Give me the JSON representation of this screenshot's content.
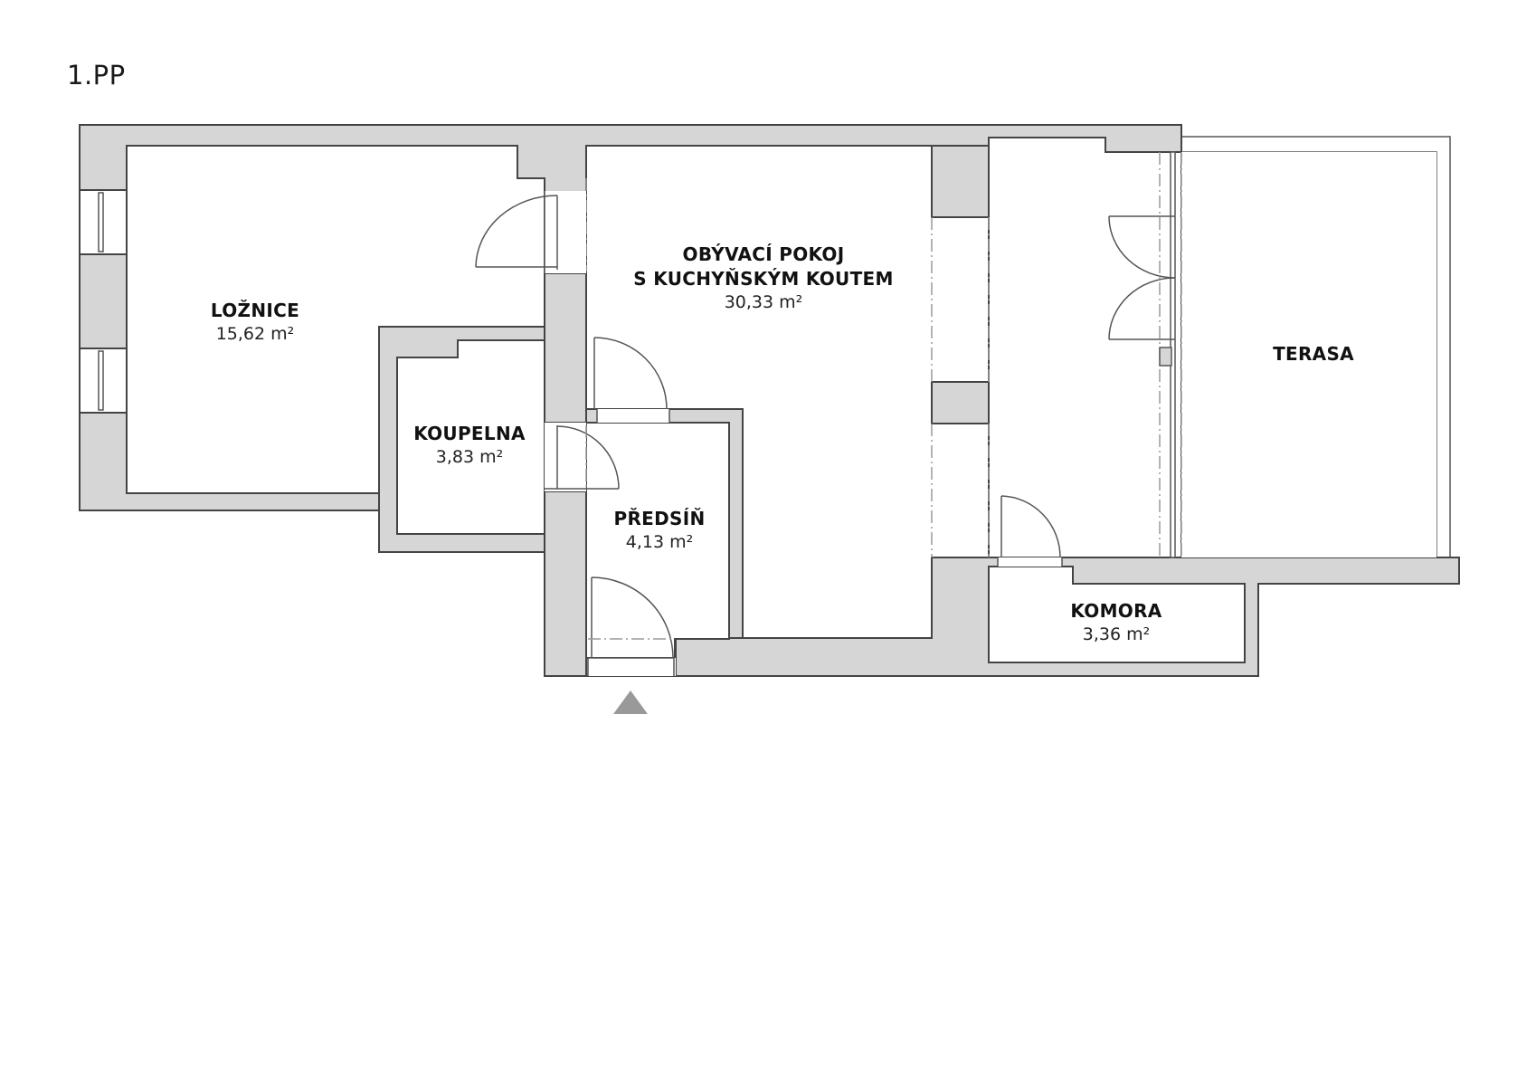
{
  "floor": {
    "label": "1.PP"
  },
  "rooms": [
    {
      "id": "loznice",
      "name": "LOŽNICE",
      "area": "15,62 m²"
    },
    {
      "id": "obyvaci",
      "name_line1": "OBÝVACÍ POKOJ",
      "name_line2": "S KUCHYŇSKÝM KOUTEM",
      "area": "30,33 m²"
    },
    {
      "id": "koupelna",
      "name": "KOUPELNA",
      "area": "3,83 m²"
    },
    {
      "id": "predsin",
      "name": "PŘEDSÍŇ",
      "area": "4,13 m²"
    },
    {
      "id": "komora",
      "name": "KOMORA",
      "area": "3,36 m²"
    },
    {
      "id": "terasa",
      "name": "TERASA"
    }
  ],
  "entrance": {
    "icon": "entrance-arrow-icon"
  },
  "colors": {
    "wall_fill": "#d6d6d6",
    "wall_stroke": "#444444",
    "entrance_arrow": "#999999",
    "background": "#ffffff"
  }
}
